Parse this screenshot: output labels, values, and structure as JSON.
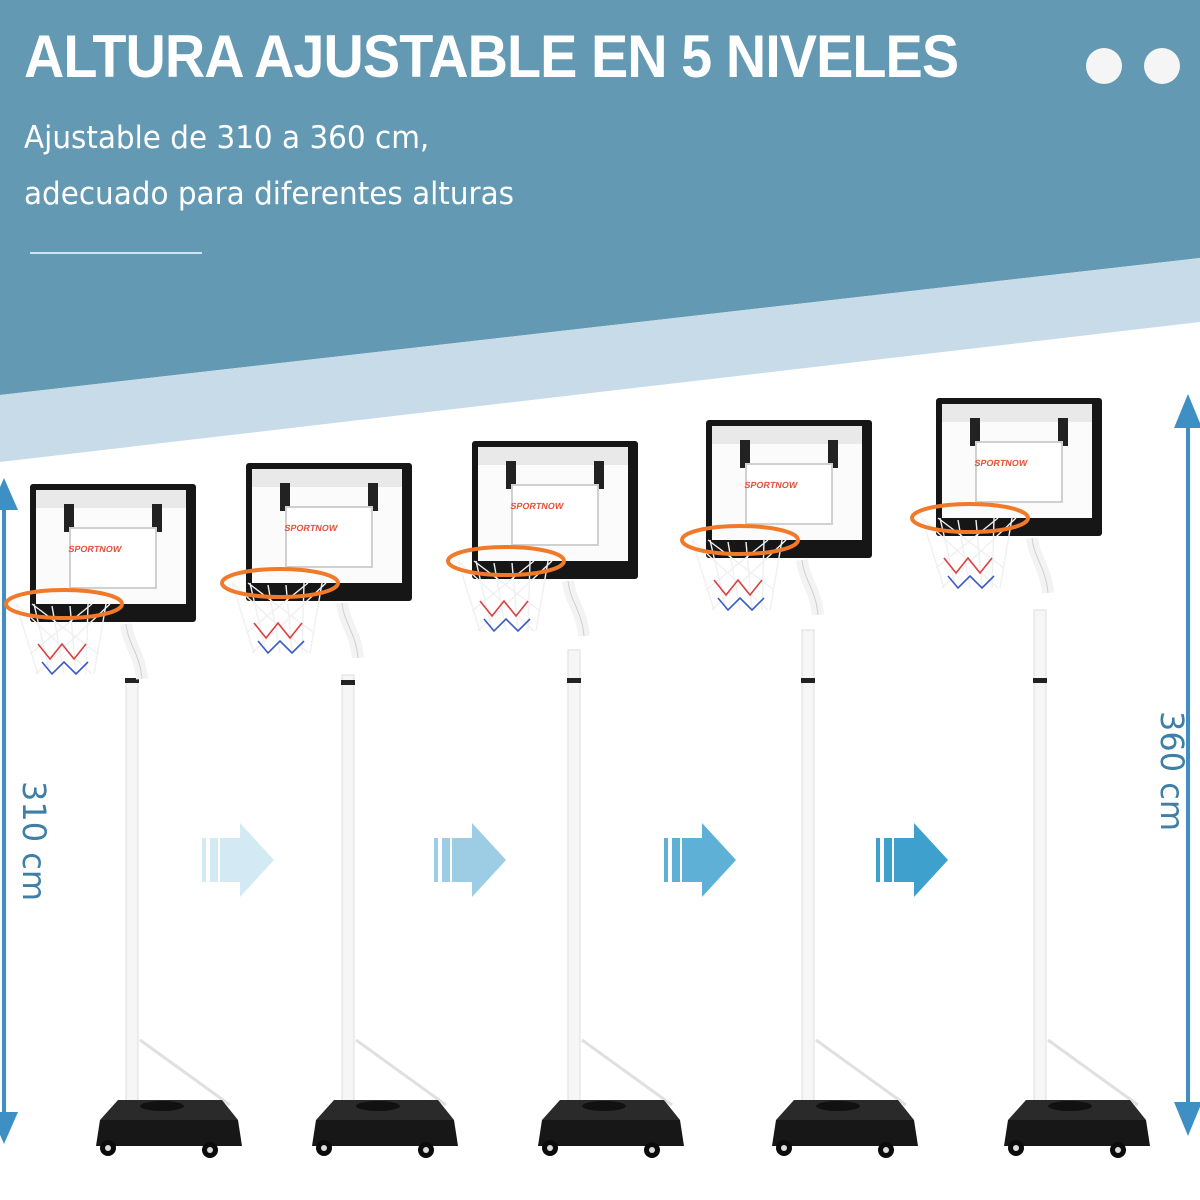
{
  "header": {
    "title": "ALTURA AJUSTABLE EN 5 NIVELES",
    "subtitle_line1": "Ajustable de 310 a 360 cm,",
    "subtitle_line2": "adecuado para diferentes alturas",
    "background_color": "#6399b2",
    "band_color": "#c7dce8"
  },
  "dimensions": {
    "min_label": "310 cm",
    "max_label": "360 cm",
    "arrow_color": "#3e8fc4"
  },
  "product": {
    "brand": "SPORTNOW",
    "levels": 5,
    "hoops": [
      {
        "level": 1,
        "brand_label": "SPORTNOW"
      },
      {
        "level": 2,
        "brand_label": "SPORTNOW"
      },
      {
        "level": 3,
        "brand_label": "SPORTNOW"
      },
      {
        "level": 4,
        "brand_label": "SPORTNOW"
      },
      {
        "level": 5,
        "brand_label": "SPORTNOW"
      }
    ]
  },
  "progress_arrows": [
    {
      "icon": "arrow-right-icon",
      "color": "#d3e9f3"
    },
    {
      "icon": "arrow-right-icon",
      "color": "#9ccde4"
    },
    {
      "icon": "arrow-right-icon",
      "color": "#5fb0d6"
    },
    {
      "icon": "arrow-right-icon",
      "color": "#3ea0cc"
    }
  ]
}
